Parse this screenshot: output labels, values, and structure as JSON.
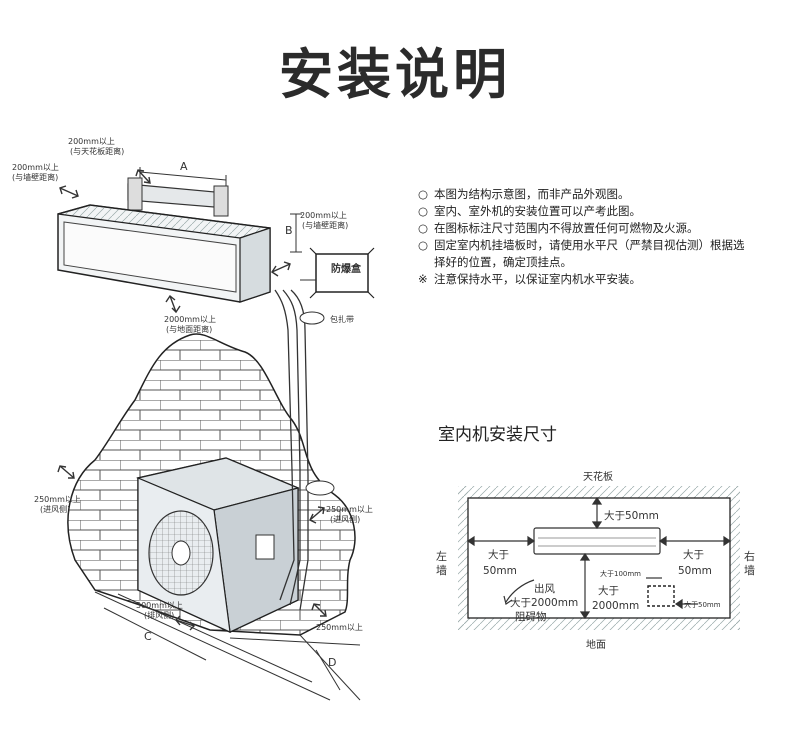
{
  "title": "安装说明",
  "notes": [
    {
      "marker": "○",
      "text": "本图为结构示意图，而非产品外观图。"
    },
    {
      "marker": "○",
      "text": "室内、室外机的安装位置可以产考此图。"
    },
    {
      "marker": "○",
      "text": "在图标标注尺寸范围内不得放置任何可燃物及火源。"
    },
    {
      "marker": "○",
      "text": "固定室内机挂墙板时，请使用水平尺（严禁目视估测）根据选"
    },
    {
      "marker": "",
      "text": "择好的位置，确定顶挂点。"
    },
    {
      "marker": "※",
      "text": "注意保持水平，以保证室内机水平安装。"
    }
  ],
  "left_diagram": {
    "label_A": "A",
    "label_B": "B",
    "label_C": "C",
    "label_D": "D",
    "top_clear": [
      "200mm以上",
      "(与天花板距离)"
    ],
    "left_clear": [
      "200mm以上",
      "(与墙壁距离)"
    ],
    "right_clear": [
      "200mm以上",
      "(与墙壁距离)"
    ],
    "bottom_clear": [
      "2000mm以上",
      "(与地面距离)"
    ],
    "leak_box": "防爆盒",
    "tape": "包扎带",
    "outdoor_left": [
      "250mm以上",
      "(进风侧)"
    ],
    "outdoor_right": [
      "250mm以上",
      "(进风侧)"
    ],
    "outdoor_bottom": [
      "500mm以上",
      "(排风侧)"
    ],
    "outdoor_front": "250mm以上"
  },
  "indoor_section": {
    "heading": "室内机安装尺寸",
    "ceiling": "天花板",
    "floor": "地面",
    "left_wall": [
      "左",
      "墙"
    ],
    "right_wall": [
      "右",
      "墙"
    ],
    "top_gap": "大于50mm",
    "left_gap": [
      "大于",
      "50mm"
    ],
    "right_gap": [
      "大于",
      "50mm"
    ],
    "outlet": [
      "出风",
      "大于2000mm",
      "阻碍物"
    ],
    "height_gap": [
      "大于",
      "2000mm"
    ],
    "pipe_gap_100": "大于100mm",
    "pipe_gap_50": "大于50mm"
  }
}
